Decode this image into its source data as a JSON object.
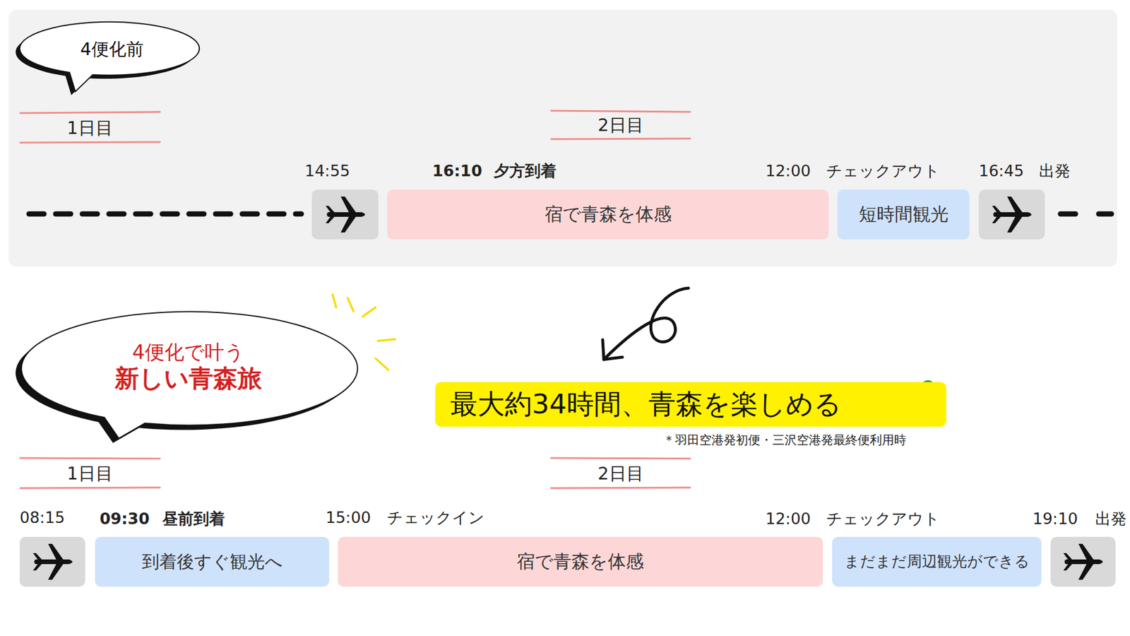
{
  "diagram": {
    "nodes": [
      {
        "text": [
          "4便化前"
        ]
      },
      {
        "text": [
          "宿で青森を体感"
        ]
      },
      {
        "text": [
          "短時間観光"
        ]
      },
      {
        "text": [
          "4便化で叶う",
          "新しい青森旅"
        ]
      },
      {
        "text": [
          "最大約34時間、青森を楽しめる"
        ]
      },
      {
        "text": [
          "到着後すぐ観光へ"
        ]
      },
      {
        "text": [
          "宿で青森を体感"
        ]
      },
      {
        "text": [
          "まだまだ周辺観光ができる"
        ]
      }
    ],
    "labels": [
      "1日目",
      "2日目",
      "14:55",
      "16:10",
      "夕方到着",
      "12:00",
      "チェックアウト",
      "16:45",
      "出発",
      "＊羽田空港発初便・三沢空港発最終便利用時",
      "1日目",
      "2日目",
      "08:15",
      "09:30",
      "昼前到着",
      "15:00",
      "チェックイン",
      "12:00",
      "チェックアウト",
      "19:10",
      "出発"
    ]
  }
}
